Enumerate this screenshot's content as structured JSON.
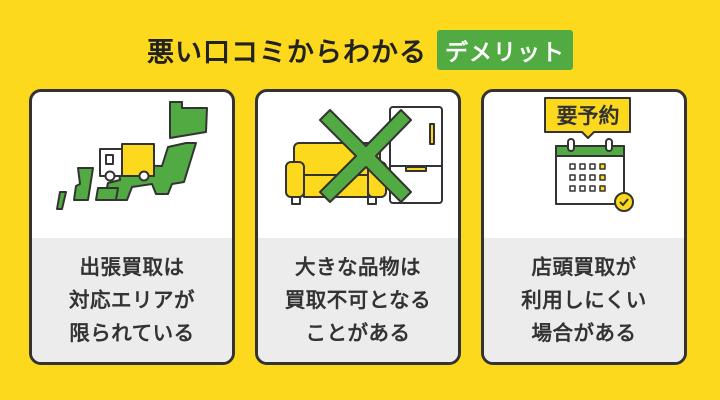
{
  "title": {
    "main": "悪い口コミからわかる",
    "badge": "デメリット"
  },
  "cards": [
    {
      "icon": "japan-map-truck-icon",
      "lines": [
        "出張買取は",
        "対応エリアが",
        "限られている"
      ]
    },
    {
      "icon": "furniture-cross-icon",
      "lines": [
        "大きな品物は",
        "買取不可となる",
        "ことがある"
      ]
    },
    {
      "icon": "calendar-reservation-icon",
      "icon_label": "要予約",
      "lines": [
        "店頭買取が",
        "利用しにくい",
        "場合がある"
      ]
    }
  ],
  "colors": {
    "background": "#FDD91E",
    "accent_green": "#52AA43",
    "card_text_bg": "#ECECEC",
    "outline": "#333333"
  }
}
